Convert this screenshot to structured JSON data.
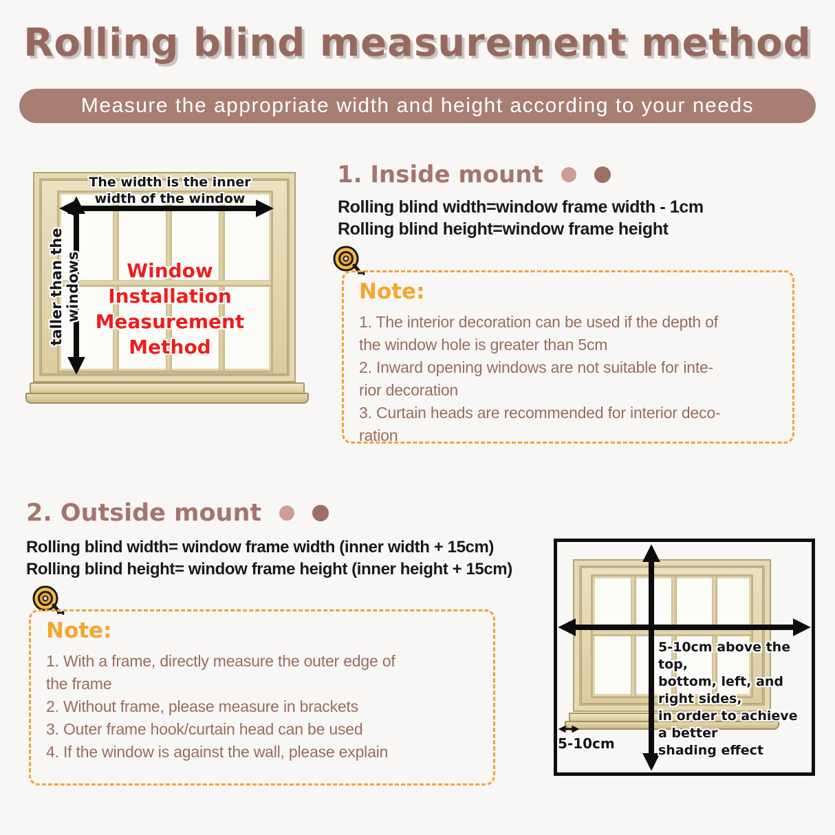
{
  "header": {
    "title": "Rolling blind measurement method",
    "subtitle": "Measure the appropriate width and height according to your needs"
  },
  "colors": {
    "brand_brown": "#97695e",
    "banner_bg": "#a87e73",
    "heading_mauve": "#a5756c",
    "dot_light": "#cd9d91",
    "dot_dark": "#9d7064",
    "note_orange": "#f5a62f",
    "note_text_brown": "#9a6c5c",
    "red_label": "#ee1e1b",
    "arrow_black": "#0e0e0e",
    "wood_tone": "#dccb9e"
  },
  "inside_mount": {
    "heading": "1. Inside mount",
    "formulas": [
      "Rolling blind width=window frame width - 1cm",
      "Rolling blind height=window frame height"
    ],
    "note_title": "Note:",
    "note_items": [
      "1. The interior decoration can be used if the depth of\nthe window hole is greater than 5cm",
      "2. Inward opening windows are not suitable for inte-\nrior decoration",
      "3. Curtain heads are recommended for interior deco-\nration"
    ]
  },
  "outside_mount": {
    "heading": "2. Outside mount",
    "formulas": [
      "Rolling blind width= window frame width (inner width + 15cm)",
      "Rolling blind height= window frame height (inner height + 15cm)"
    ],
    "note_title": "Note:",
    "note_items": [
      "1. With a frame, directly measure the outer edge of\nthe frame",
      "2. Without frame, please measure in brackets",
      "3. Outer frame hook/curtain head can be used",
      "4. If the window is against the wall, please explain"
    ]
  },
  "window_diagram_inside": {
    "top_label": "The width is the inner\nwidth of the window",
    "side_label": "taller than the windows",
    "center_label": "Window Installation\nMeasurement Method"
  },
  "window_diagram_outside": {
    "margin_label": "5-10cm above the top,\nbottom, left, and right sides,\nin order to achieve a better\nshading effect",
    "gap_label": "5-10cm"
  },
  "icons": {
    "tape_measure": "tape-measure-icon"
  }
}
